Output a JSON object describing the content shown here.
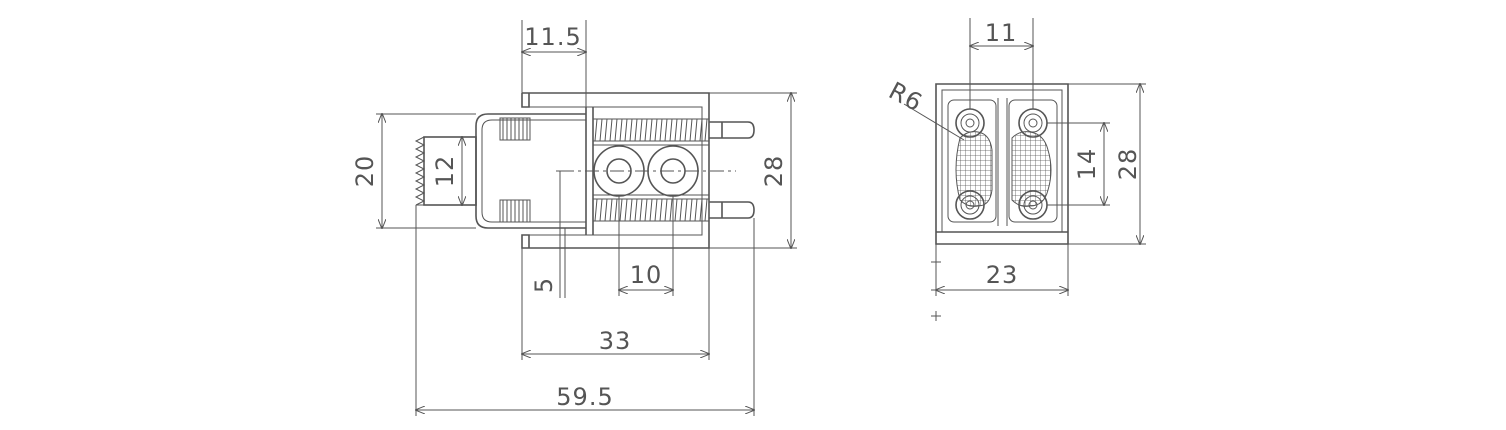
{
  "colors": {
    "background": "#ffffff",
    "line": "#555555"
  },
  "side_view": {
    "dimensions": {
      "top_width": "11.5",
      "left_height": "20",
      "inner_height": "12",
      "right_height": "28",
      "small_offset": "5",
      "spacing": "10",
      "body_length": "33",
      "overall_length": "59.5"
    }
  },
  "end_view": {
    "dimensions": {
      "top_width": "11",
      "radius": "R6",
      "inner_height": "14",
      "overall_height": "28",
      "width": "23"
    }
  }
}
